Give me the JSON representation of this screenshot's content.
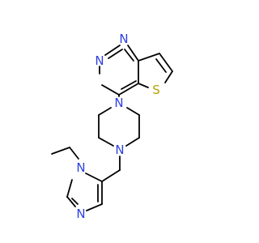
{
  "molecule": {
    "atoms": [
      {
        "id": "N1",
        "label": "N",
        "color": "#2d3fe0"
      },
      {
        "id": "N3",
        "label": "N",
        "color": "#2d3fe0"
      },
      {
        "id": "S",
        "label": "S",
        "color": "#b5a000"
      },
      {
        "id": "Npip1",
        "label": "N",
        "color": "#2d3fe0"
      },
      {
        "id": "Npip4",
        "label": "N",
        "color": "#2d3fe0"
      },
      {
        "id": "Nim1",
        "label": "N",
        "color": "#2d3fe0"
      },
      {
        "id": "Nim3",
        "label": "N",
        "color": "#2d3fe0"
      }
    ]
  }
}
